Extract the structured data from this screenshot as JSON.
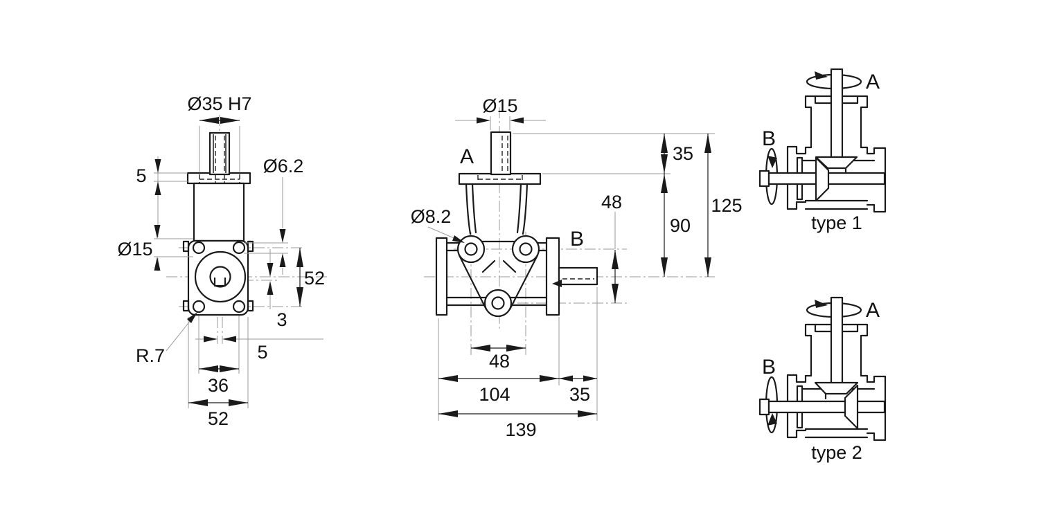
{
  "front_view": {
    "dims": {
      "bore_fit": "Ø35 H7",
      "flange_thickness": "5",
      "bolt_hole_dia": "Ø6.2",
      "boss_dia": "Ø15",
      "bolt_spacing_vertical": "52",
      "vertical_offset": "3",
      "horizontal_offset": "5",
      "bolt_spacing_horizontal": "36",
      "flange_width": "52",
      "corner_radius": "R.7"
    }
  },
  "side_view": {
    "shaft_labels": {
      "vertical": "A",
      "horizontal": "B"
    },
    "dims": {
      "input_shaft_dia": "Ø15",
      "mount_hole_dia": "Ø8.2",
      "shaft_protrusion": "35",
      "flange_to_axis": "90",
      "overall_height": "125",
      "hole_offset_vertical": "48",
      "hole_spacing": "48",
      "housing_length": "104",
      "output_shaft_length": "35",
      "overall_length": "139"
    }
  },
  "variants": {
    "type1": {
      "caption": "type 1",
      "label_a": "A",
      "label_b": "B"
    },
    "type2": {
      "caption": "type 2",
      "label_a": "A",
      "label_b": "B"
    }
  },
  "colors": {
    "outline": "#1a1a1a",
    "thin_line": "#9a9a9a",
    "background": "#ffffff"
  }
}
